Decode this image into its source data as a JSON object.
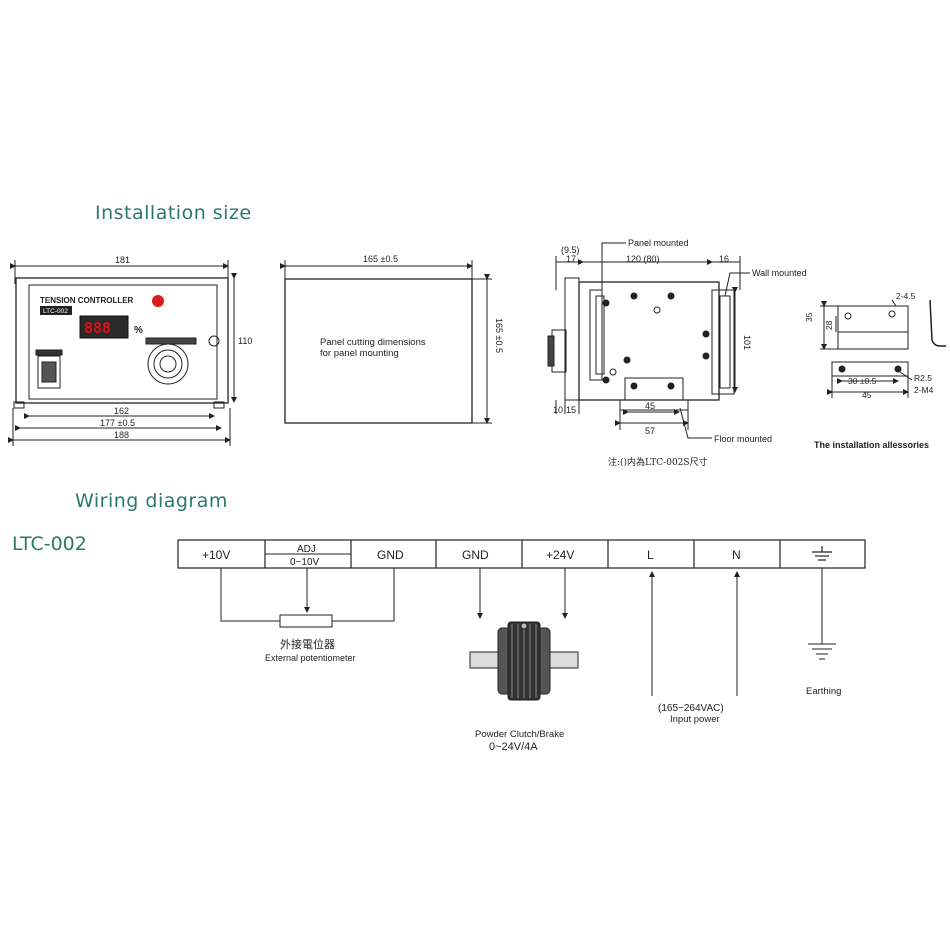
{
  "headings": {
    "installation": "Installation size",
    "wiring": "Wiring diagram",
    "model": "LTC-002"
  },
  "front_view": {
    "dim_top": "181",
    "dim_right": "110",
    "dim_162": "162",
    "dim_177": "177 ±0.5",
    "dim_188": "188",
    "panel_title": "TENSION CONTROLLER",
    "model_tag": "LTC-002",
    "display": "888",
    "unit": "%"
  },
  "cutout_view": {
    "dim_width": "165 ±0.5",
    "dim_height": "165 ±0.5",
    "label_line1": "Panel cutting dimensions",
    "label_line2": "for panel mounting"
  },
  "side_view": {
    "panel_mounted": "Panel mounted",
    "wall_mounted": "Wall mounted",
    "floor_mounted": "Floor mounted",
    "dim_9_5": "(9.5)",
    "dim_17": "17",
    "dim_120": "120 (80)",
    "dim_16": "16",
    "dim_101": "101",
    "dim_10": "10",
    "dim_15": "15",
    "dim_45": "45",
    "dim_57": "57",
    "note": "注:()内為LTC-002S尺寸"
  },
  "accessories": {
    "dim_2_4_5": "2-4.5",
    "dim_35": "35",
    "dim_28": "28",
    "dim_r2_5": "R2.5",
    "dim_2_m4": "2-M4",
    "dim_30": "30 ±0.5",
    "dim_45": "45",
    "caption": "The installation allessories"
  },
  "terminals": [
    {
      "label": "+10V"
    },
    {
      "label": "ADJ",
      "sub": "0~10V"
    },
    {
      "label": "GND"
    },
    {
      "label": "GND"
    },
    {
      "label": "+24V"
    },
    {
      "label": "L"
    },
    {
      "label": "N"
    },
    {
      "label": "",
      "icon": "earth-icon"
    }
  ],
  "wiring_labels": {
    "pot_cn": "外接電位器",
    "pot_en": "External potentiometer",
    "clutch": "Powder Clutch/Brake",
    "clutch_spec": "0~24V/4A",
    "input_range": "(165~264VAC)",
    "input_power": "Input power",
    "earthing": "Earthing"
  },
  "colors": {
    "heading": "#2a7a6a",
    "led": "#e01010",
    "logo": "#d81e1e"
  }
}
